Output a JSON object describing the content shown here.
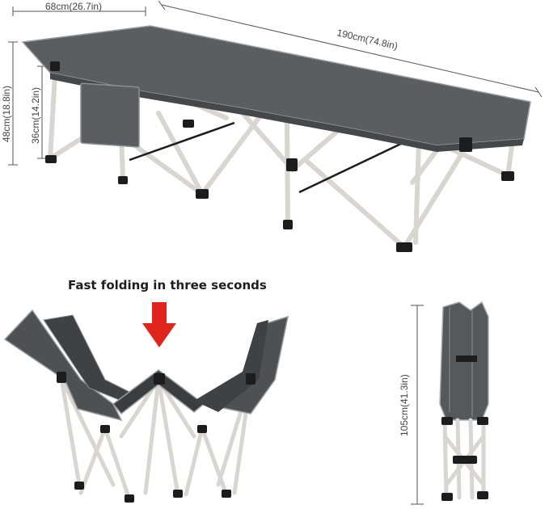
{
  "dimensions": {
    "width": "68cm(26.7in)",
    "length": "190cm(74.8in)",
    "total_height": "48cm(18.8in)",
    "bed_height": "36cm(14.2in)",
    "folded_height": "105cm(41.3in)"
  },
  "caption": "Fast folding in three seconds",
  "colors": {
    "fabric": "#5a5e60",
    "fabric_dark": "#45484a",
    "frame": "#d9d6d1",
    "joint": "#1c1c1c",
    "arrow": "#e0261c",
    "dim_line": "#555555"
  },
  "icons": {
    "arrow": "down-arrow-icon"
  }
}
